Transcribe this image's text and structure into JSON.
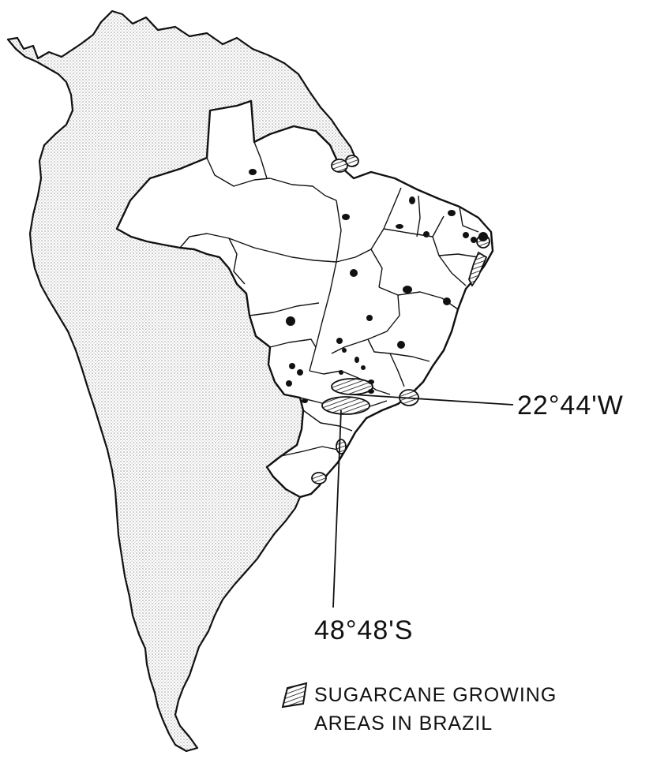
{
  "map": {
    "longitude_label": "22°44'W",
    "latitude_label": "48°48'S",
    "legend": {
      "symbol_icon": "hatched-area-icon",
      "line1": "SUGARCANE GROWING",
      "line2": "AREAS IN BRAZIL"
    },
    "colors": {
      "ink": "#111111",
      "stipple": "#9a9a9a",
      "background": "#ffffff"
    }
  }
}
